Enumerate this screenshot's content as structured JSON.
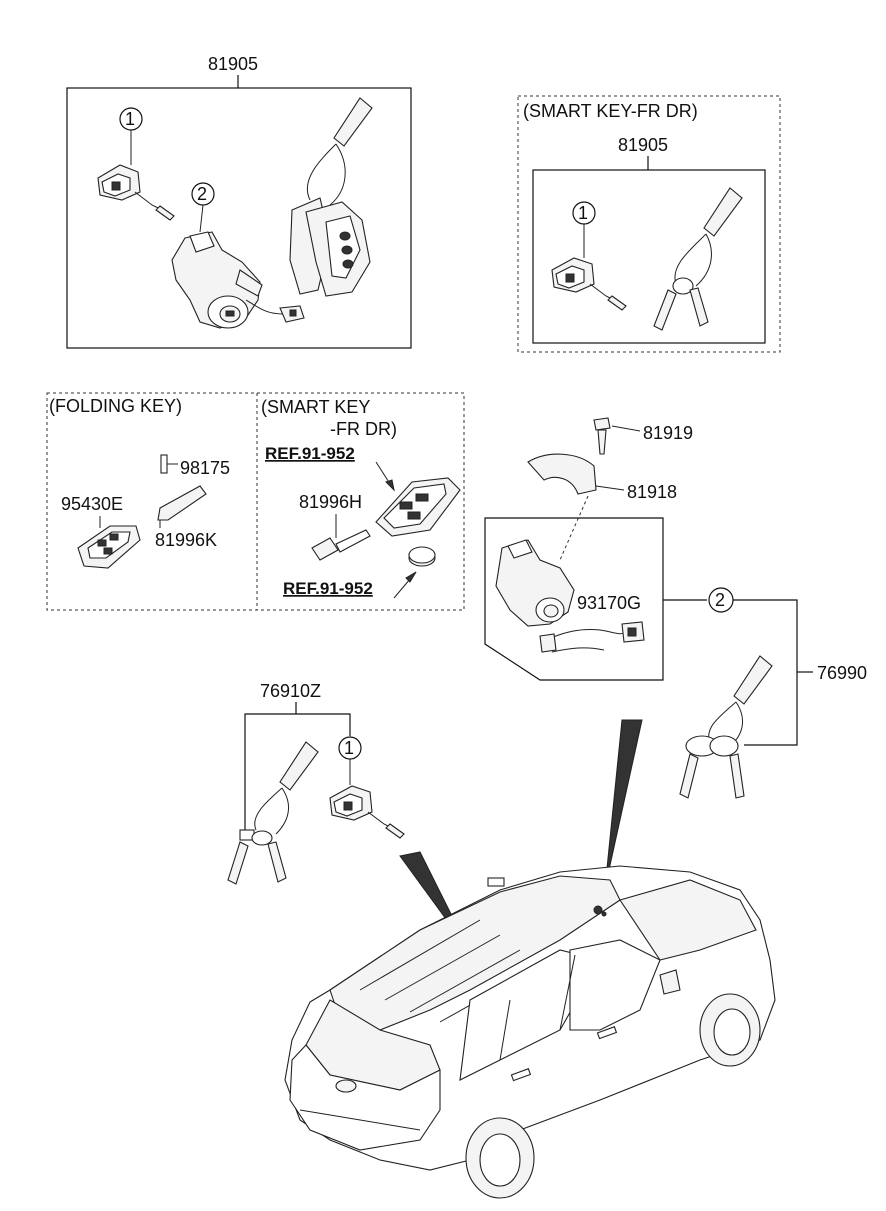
{
  "labels": {
    "top_assembly": "81905",
    "smart_key_fr_dr_header": "(SMART KEY-FR DR)",
    "smart_key_fr_dr_assembly": "81905",
    "folding_key_header": "(FOLDING KEY)",
    "smart_key_header_line1": "(SMART KEY",
    "smart_key_header_line2": "-FR DR)",
    "ref_top": "REF.91-952",
    "ref_bottom": "REF.91-952",
    "part_98175": "98175",
    "part_95430E": "95430E",
    "part_81996K": "81996K",
    "part_81996H": "81996H",
    "part_81919": "81919",
    "part_81918": "81918",
    "part_93170G": "93170G",
    "part_76990": "76990",
    "part_76910Z": "76910Z"
  },
  "callouts": {
    "one": "1",
    "two": "2"
  }
}
